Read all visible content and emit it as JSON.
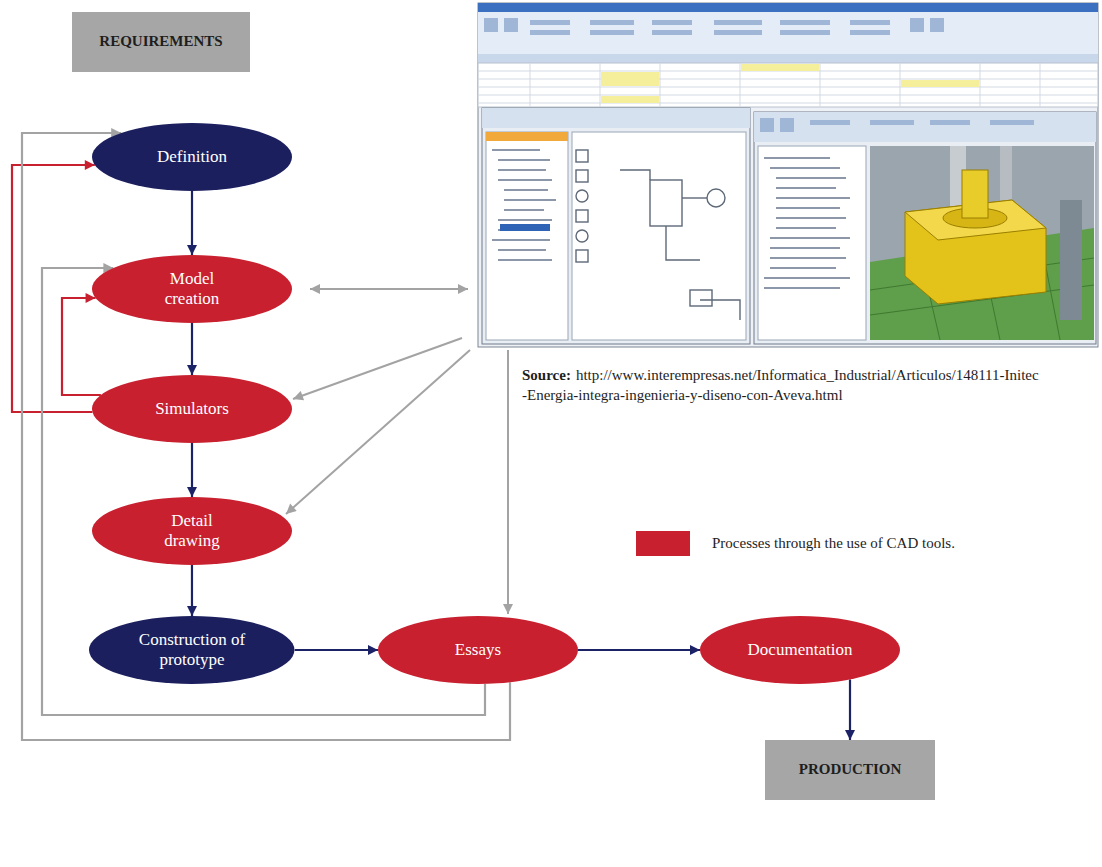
{
  "diagram": {
    "nodes": [
      {
        "text": [
          "REQUIREMENTS"
        ]
      },
      {
        "text": [
          "Definition"
        ]
      },
      {
        "text": [
          "Model creation"
        ]
      },
      {
        "text": [
          "Simulators"
        ]
      },
      {
        "text": [
          "Detail drawing"
        ]
      },
      {
        "text": [
          "Construction of prototype"
        ]
      },
      {
        "text": [
          "Essays"
        ]
      },
      {
        "text": [
          "Documentation"
        ]
      },
      {
        "text": [
          "PRODUCTION"
        ]
      }
    ],
    "edges": [
      {
        "from": 1,
        "to": 2,
        "arrow": "to"
      },
      {
        "from": 2,
        "to": 3,
        "arrow": "to"
      },
      {
        "from": 3,
        "to": 4,
        "arrow": "to"
      },
      {
        "from": 4,
        "to": 5,
        "arrow": "to"
      },
      {
        "from": 5,
        "to": 6,
        "arrow": "to"
      },
      {
        "from": 6,
        "to": 7,
        "arrow": "to"
      },
      {
        "from": 7,
        "to": 8,
        "arrow": "to"
      },
      {
        "from": 3,
        "to": 2,
        "arrow": "to"
      },
      {
        "from": 3,
        "to": 1,
        "arrow": "to"
      },
      {
        "from": 6,
        "to": 2,
        "arrow": "to"
      },
      {
        "from": 6,
        "to": 1,
        "arrow": "to"
      }
    ],
    "labels": [
      "Source:",
      "http://www.interempresas.net/Informatica_Industrial/Articulos/148111-Initec-Energia-integra-ingenieria-y-diseno-con-Aveva.html"
    ],
    "legend": [
      {
        "text": "Processes through the use of CAD tools.",
        "color": "#c8202f"
      }
    ]
  }
}
